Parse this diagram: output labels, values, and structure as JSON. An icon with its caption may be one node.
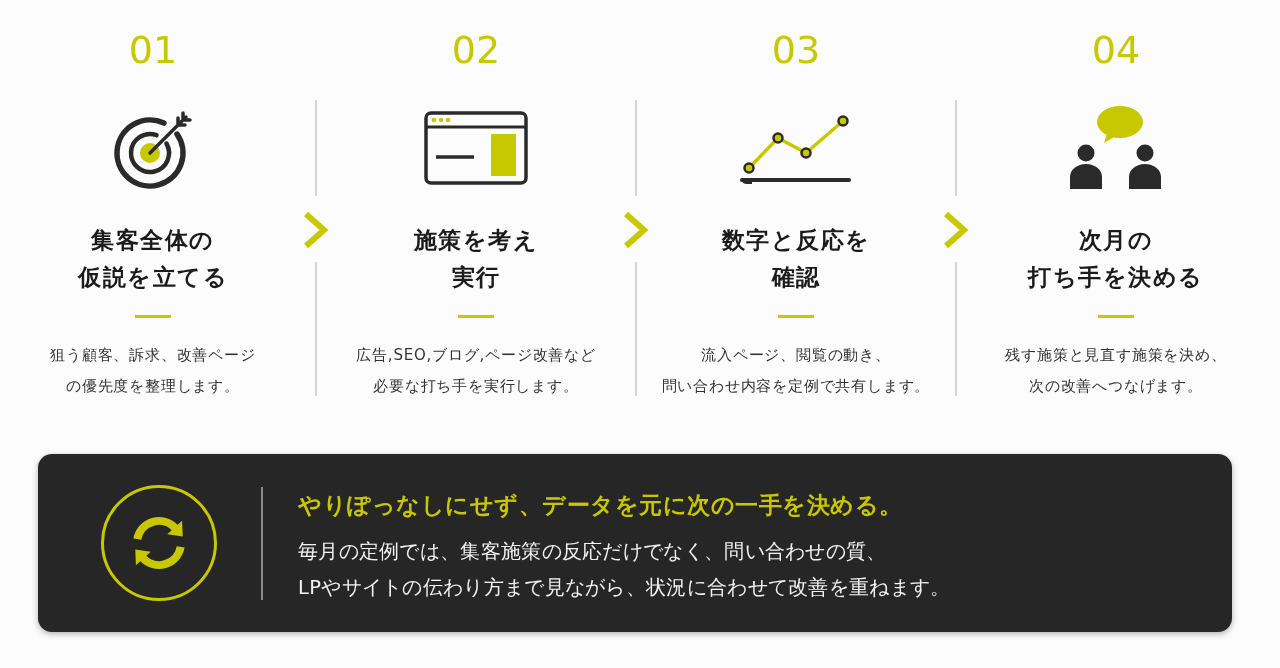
{
  "diagram": {
    "nodes": [
      {
        "text": [
          "01",
          "集客全体の仮説を立てる",
          "狙う顧客、訴求、改善ページの優先度を整理します。"
        ]
      },
      {
        "text": [
          "02",
          "施策を考え実行",
          "広告,SEO,ブログ,ページ改善など必要な打ち手を実行します。"
        ]
      },
      {
        "text": [
          "03",
          "数字と反応を確認",
          "流入ページ、閲覧の動き、問い合わせ内容を定例で共有します。"
        ]
      },
      {
        "text": [
          "04",
          "次月の打ち手を決める",
          "残す施策と見直す施策を決め、次の改善へつなげます。"
        ]
      },
      {
        "text": [
          "やりぽっなしにせず、データを元に次の一手を決める。",
          "毎月の定例では、集客施策の反応だけでなく、問い合わせの質、LPやサイトの伝わり方まで見ながら、状況に合わせて改善を重ねます。"
        ]
      }
    ],
    "edges": [
      {
        "from": 0,
        "to": 1,
        "arrow": "to"
      },
      {
        "from": 1,
        "to": 2,
        "arrow": "to"
      },
      {
        "from": 2,
        "to": 3,
        "arrow": "to"
      }
    ]
  }
}
